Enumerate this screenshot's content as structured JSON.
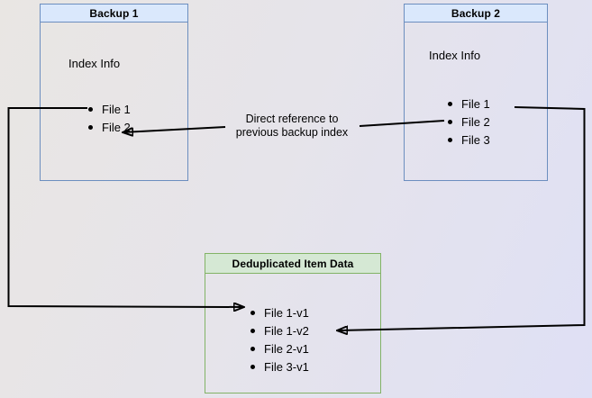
{
  "backup1": {
    "header": "Backup 1",
    "subtitle": "Index Info",
    "files": [
      "File 1",
      "File 2"
    ]
  },
  "backup2": {
    "header": "Backup 2",
    "subtitle": "Index Info",
    "files": [
      "File 1",
      "File 2",
      "File 3"
    ]
  },
  "dedup": {
    "header": "Deduplicated Item Data",
    "files": [
      "File 1-v1",
      "File 1-v2",
      "File 2-v1",
      "File 3-v1"
    ]
  },
  "annotation": {
    "line1": "Direct reference to",
    "line2": "previous backup index"
  },
  "colors": {
    "blue_header_fill": "#dae8fc",
    "blue_border": "#6c8ebf",
    "green_header_fill": "#d5e8d4",
    "green_border": "#82b366",
    "arrow": "#000000",
    "text": "#000000"
  }
}
